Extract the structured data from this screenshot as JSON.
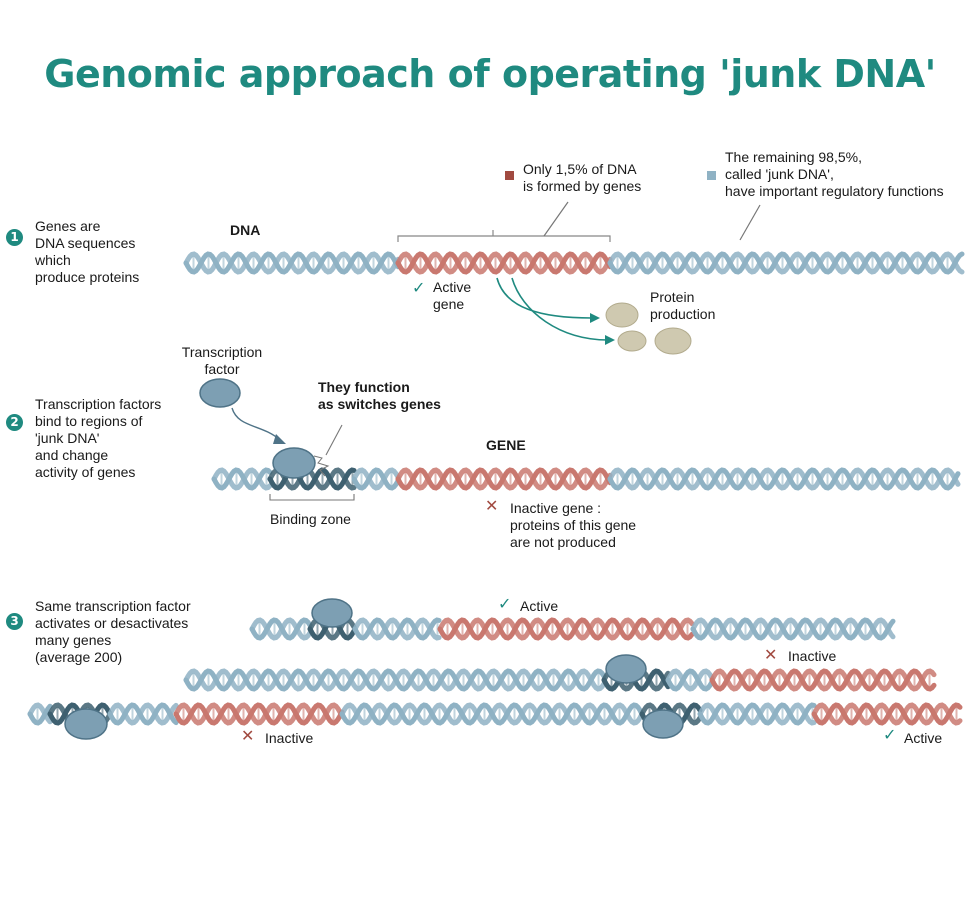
{
  "title": "Genomic approach of operating 'junk DNA'",
  "colors": {
    "title": "#1f8a80",
    "gene_strand": "#c9786f",
    "junk_strand": "#8fb2c4",
    "bound_strand": "#3e6070",
    "factor": "#7d9fb3",
    "protein": "#cfc9b0",
    "check": "#1f8a80",
    "cross": "#a14a40"
  },
  "legend": {
    "genes": [
      "Only 1,5% of DNA",
      "is formed by genes"
    ],
    "junk": [
      "The remaining 98,5%,",
      "called 'junk DNA',",
      "have important regulatory functions"
    ]
  },
  "step1": {
    "number": "1",
    "text": [
      "Genes are",
      "DNA sequences",
      "which",
      "produce proteins"
    ],
    "dna_label": "DNA",
    "active_gene": [
      "Active",
      "gene"
    ],
    "protein": [
      "Protein",
      "production"
    ]
  },
  "step2": {
    "number": "2",
    "text": [
      "Transcription factors",
      "bind to regions of",
      "'junk DNA'",
      "and change",
      "activity of genes"
    ],
    "factor_label": [
      "Transcription",
      "factor"
    ],
    "switch_label": [
      "They function",
      "as switches genes"
    ],
    "gene_label": "GENE",
    "binding_zone": "Binding zone",
    "inactive_gene": [
      "Inactive gene :",
      "proteins of this gene",
      "are not produced"
    ]
  },
  "step3": {
    "number": "3",
    "text": [
      "Same transcription factor",
      "activates or desactivates",
      "many genes",
      "(average 200)"
    ],
    "active": "Active",
    "inactive": "Inactive"
  },
  "icons": {
    "check": "✓",
    "cross": "✕"
  }
}
